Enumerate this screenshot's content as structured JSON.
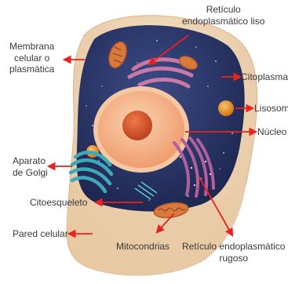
{
  "labels": {
    "reticulo_liso": [
      "Retículo",
      "endoplasmático liso"
    ],
    "membrana": [
      "Membrana",
      "celular o",
      "plasmática"
    ],
    "citoplasma": "Citoplasma",
    "lisosoma": "Lisosoma",
    "nucleo": "Núcleo",
    "golgi": [
      "Aparato",
      "de Golgi"
    ],
    "citoesqueleto": "Citoesqueleto",
    "pared": "Pared celular",
    "mitocondrias": "Mitocondrias",
    "reticulo_rugoso": [
      "Retículo endoplasmático",
      "rugoso"
    ]
  },
  "colors": {
    "arrow": "#e8231f",
    "text": "#3a3a3a",
    "cytoplasm": "#2a3566",
    "wall": "#f1d8b6",
    "nucleus": "#f6a878",
    "golgi": "#3ea9b9",
    "rer": "#b0609c",
    "mitochondria": "#d77a3c"
  }
}
